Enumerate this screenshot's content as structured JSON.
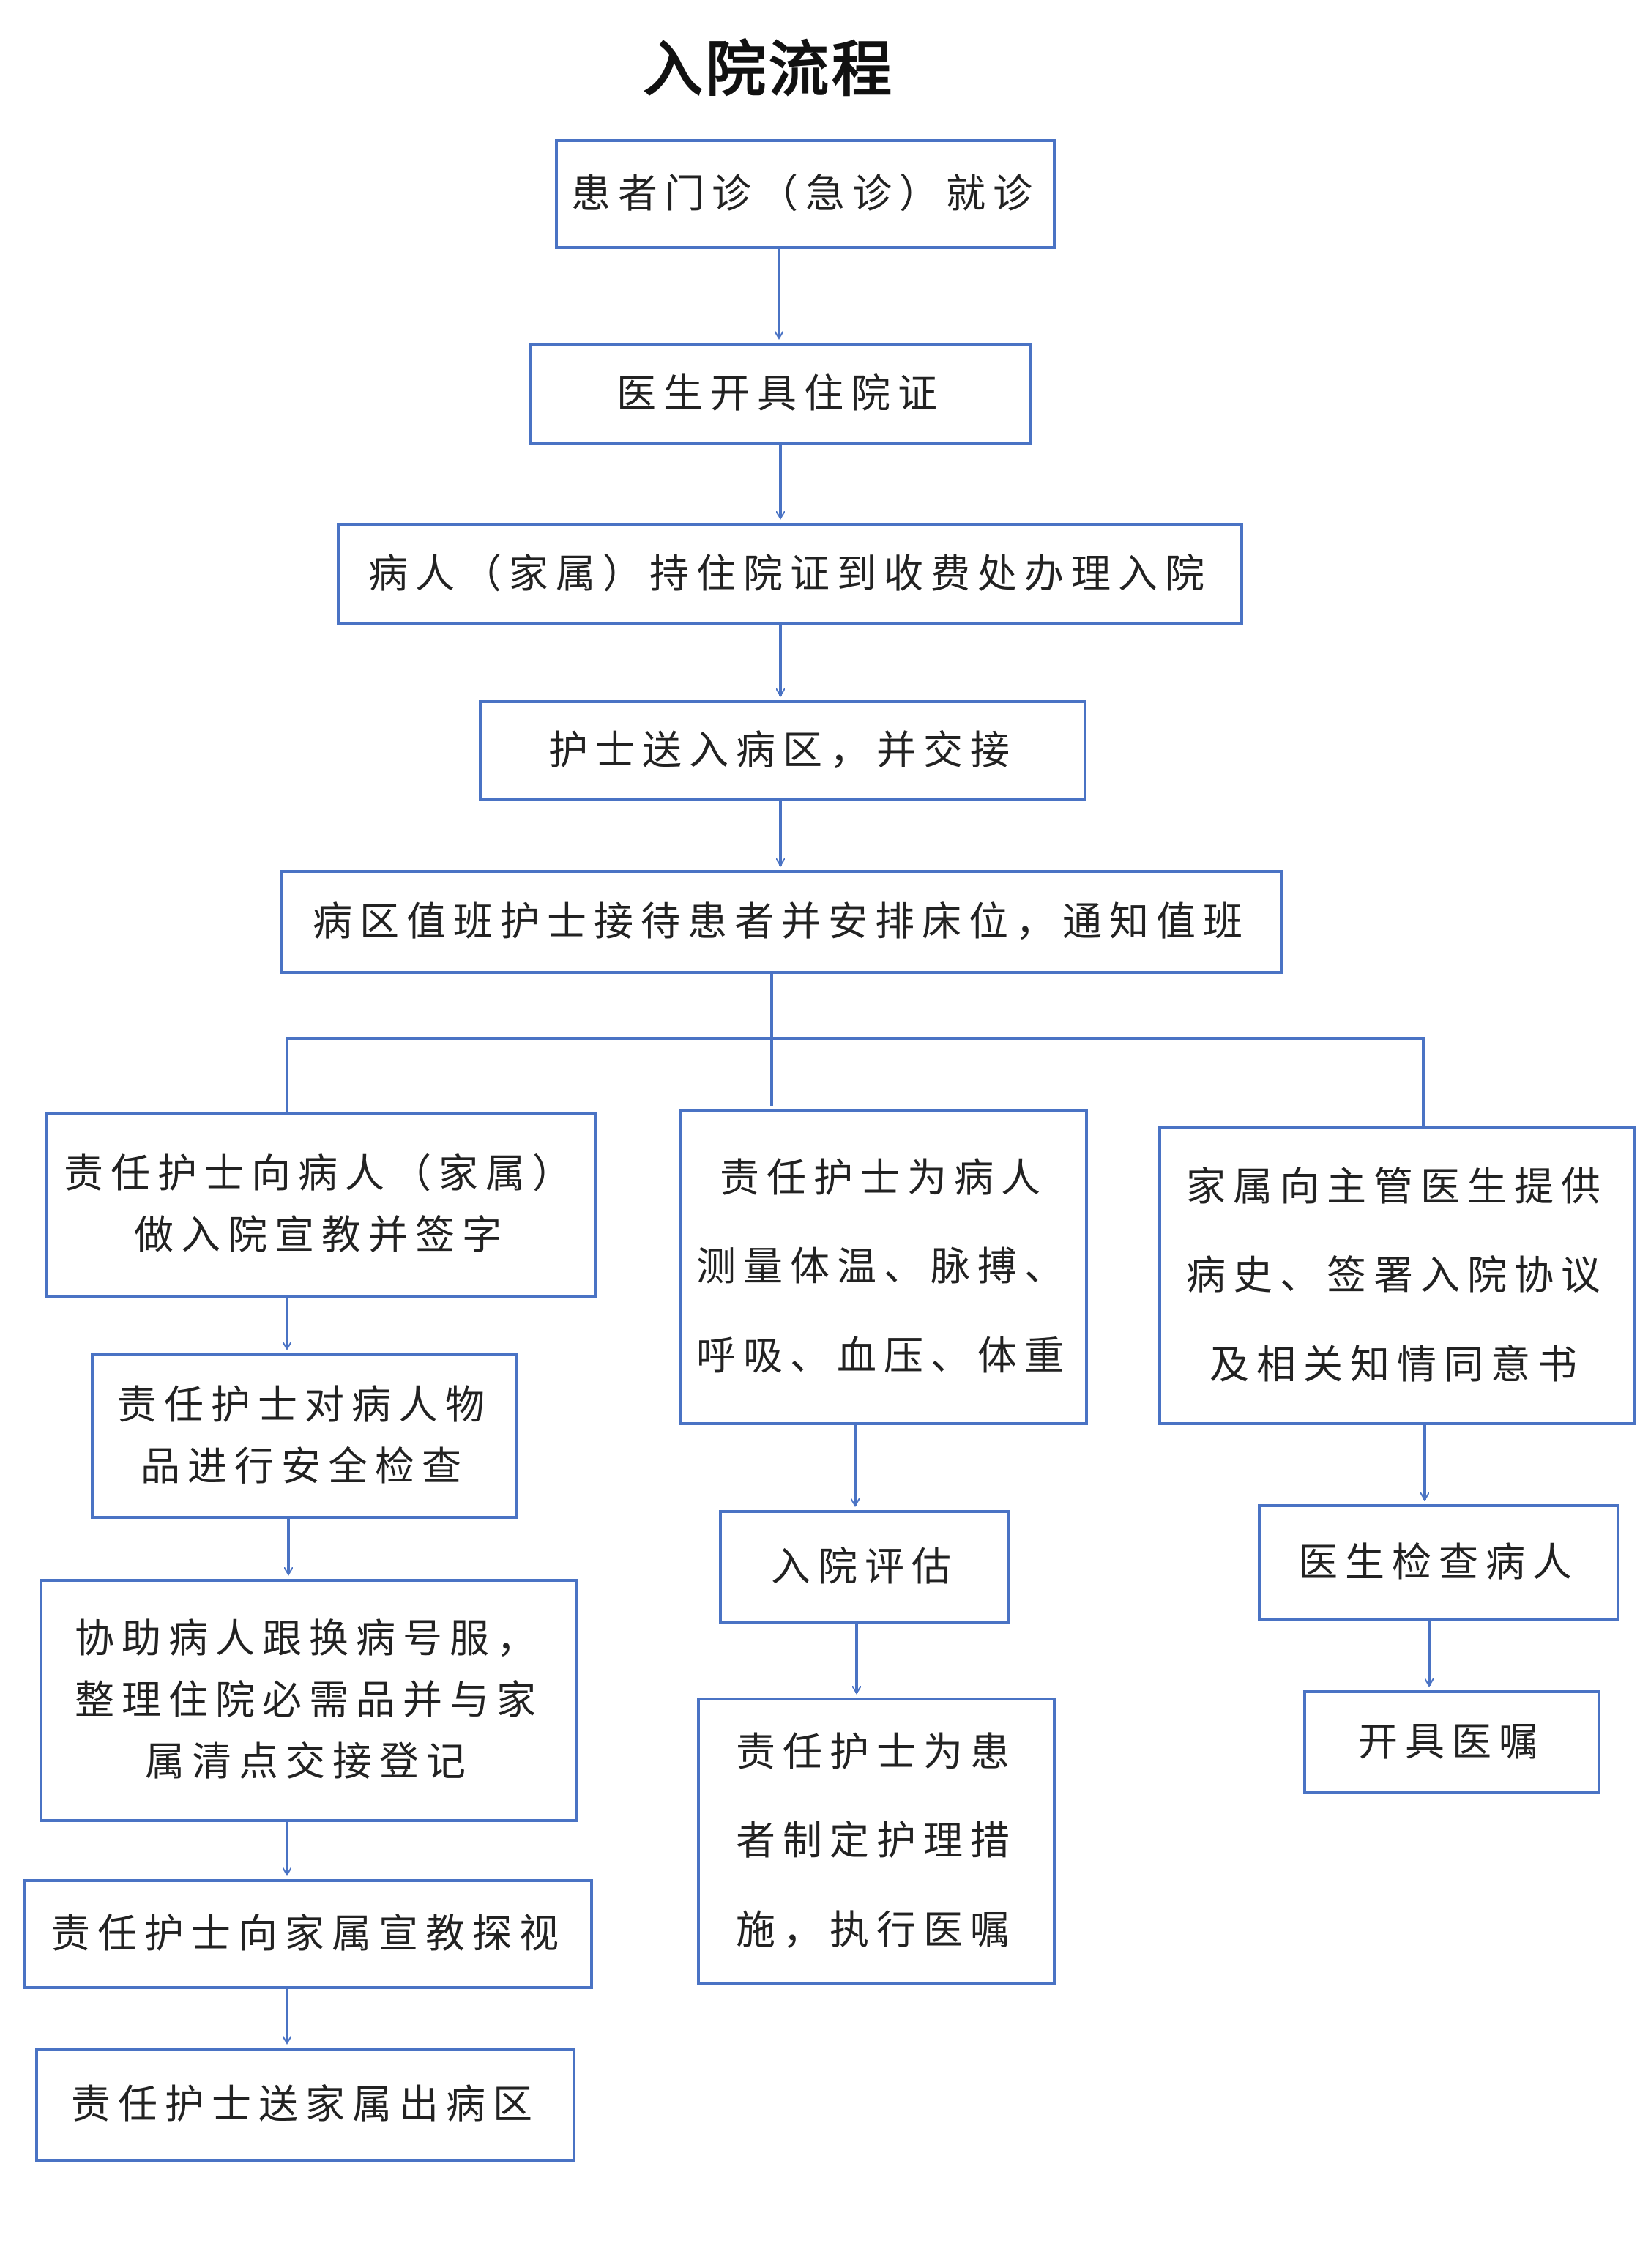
{
  "title": "入院流程",
  "colors": {
    "box_border": "#4a73c4",
    "connector": "#4a73c4",
    "text": "#222222"
  },
  "nodes": {
    "n1": "患者门诊（急诊）就诊",
    "n2": "医生开具住院证",
    "n3": "病人（家属）持住院证到收费处办理入院",
    "n4": "护士送入病区，并交接",
    "n5": "病区值班护士接待患者并安排床位，通知值班",
    "l1": "责任护士向病人（家属）\n做入院宣教并签字",
    "l2": "责任护士对病人物\n品进行安全检查",
    "l3": "协助病人跟换病号服，\n整理住院必需品并与家\n属清点交接登记",
    "l4": "责任护士向家属宣教探视",
    "l5": "责任护士送家属出病区",
    "m1": "责任护士为病人\n测量体温、脉搏、\n呼吸、血压、体重",
    "m2": "入院评估",
    "m3": "责任护士为患\n者制定护理措\n施，执行医嘱",
    "r1": "家属向主管医生提供\n病史、签署入院协议\n及相关知情同意书",
    "r2": "医生检查病人",
    "r3": "开具医嘱"
  }
}
